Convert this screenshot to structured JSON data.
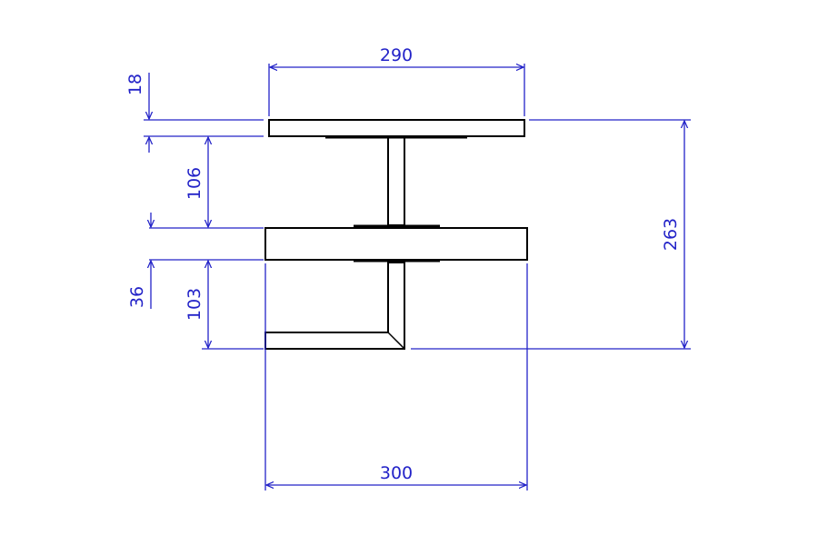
{
  "colors": {
    "dimension": "#2323c8",
    "outline": "#000000",
    "background": "#ffffff"
  },
  "dimensions": {
    "top_flange_width": "290",
    "top_flange_thickness": "18",
    "upper_web_height": "106",
    "middle_flange_thickness": "36",
    "lower_web_height": "103",
    "total_height": "263",
    "bottom_width": "300"
  }
}
